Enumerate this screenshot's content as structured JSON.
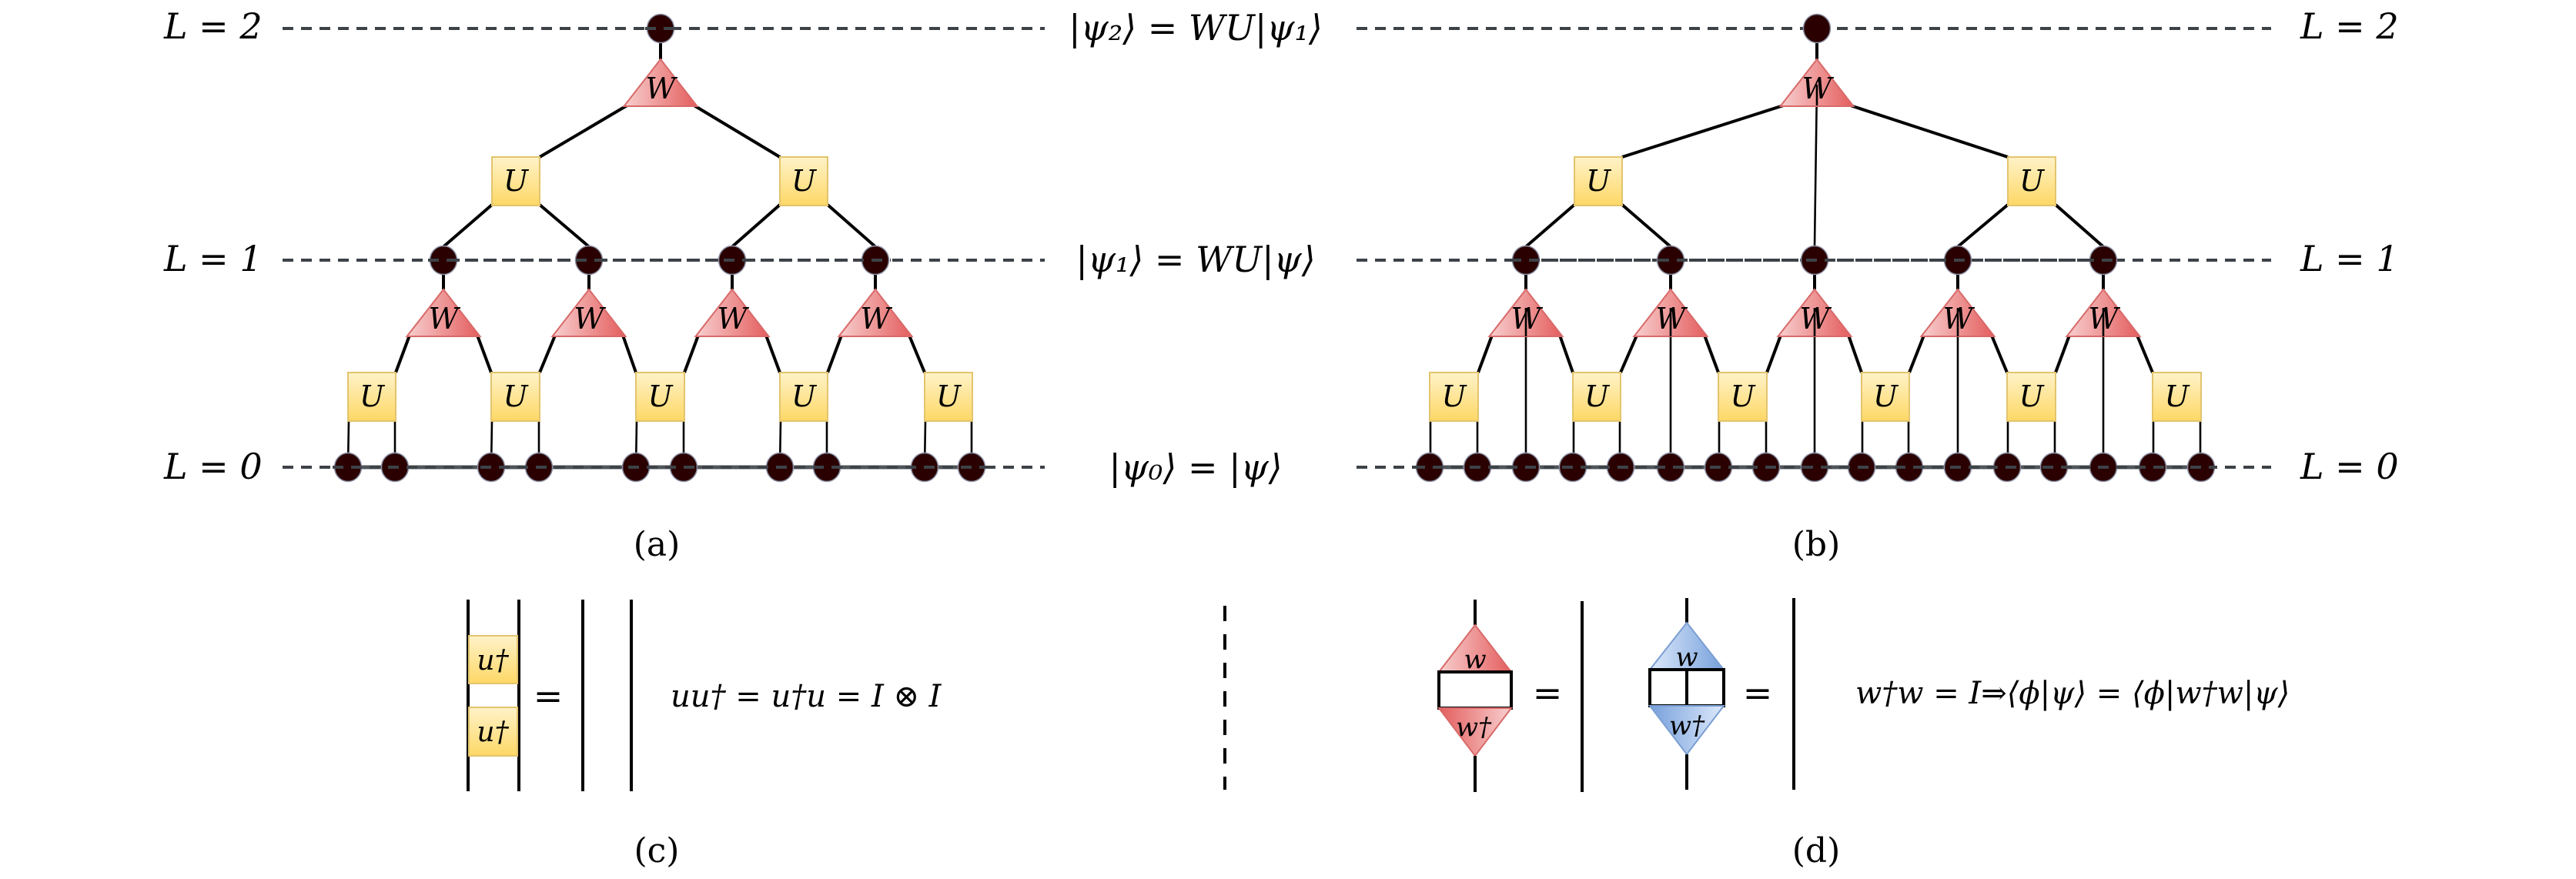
{
  "colors": {
    "site_fill": "#2a0000",
    "u_light": "#fff2c8",
    "u_dark": "#fdd866",
    "w_light": "#f8cfcf",
    "w_dark": "#e45d5d",
    "blue_light": "#dde9fb",
    "blue_dark": "#76a0db",
    "level_line": "#3d4247"
  },
  "panel_a": {
    "caption": "(a)",
    "level_labels": [
      "L = 2",
      "L = 1",
      "L = 0"
    ],
    "equations": [
      "|ψ₂⟩ = WU|ψ₁⟩",
      "|ψ₁⟩ = WU|ψ⟩",
      "|ψ₀⟩ = |ψ⟩"
    ],
    "top_w_label": "W",
    "upper_u_labels": [
      "U",
      "U"
    ],
    "level1_site_count": 4,
    "mid_w_labels": [
      "W",
      "W",
      "W",
      "W"
    ],
    "lower_u_labels": [
      "U",
      "U",
      "U",
      "U",
      "U"
    ],
    "level0_site_count": 10,
    "branching": "binary"
  },
  "panel_b": {
    "caption": "(b)",
    "level_labels": [
      "L = 2",
      "L = 1",
      "L = 0"
    ],
    "top_w_label": "W",
    "upper_u_labels": [
      "U",
      "U"
    ],
    "level1_site_count": 5,
    "mid_w_labels": [
      "W",
      "W",
      "W",
      "W",
      "W"
    ],
    "lower_u_labels": [
      "U",
      "U",
      "U",
      "U",
      "U",
      "U"
    ],
    "level0_site_count": 17,
    "branching": "ternary"
  },
  "panel_c": {
    "caption": "(c)",
    "box_labels": [
      "u†",
      "u†"
    ],
    "equals": "=",
    "equation": "uu† = u†u = I ⊗ I"
  },
  "panel_d": {
    "caption": "(d)",
    "red_top_label": "w",
    "red_bottom_label": "w†",
    "blue_top_label": "w",
    "blue_bottom_label": "w†",
    "equals": [
      "=",
      "="
    ],
    "equation": "w†w = I⇒⟨ϕ|ψ⟩ = ⟨ϕ|w†w|ψ⟩"
  }
}
